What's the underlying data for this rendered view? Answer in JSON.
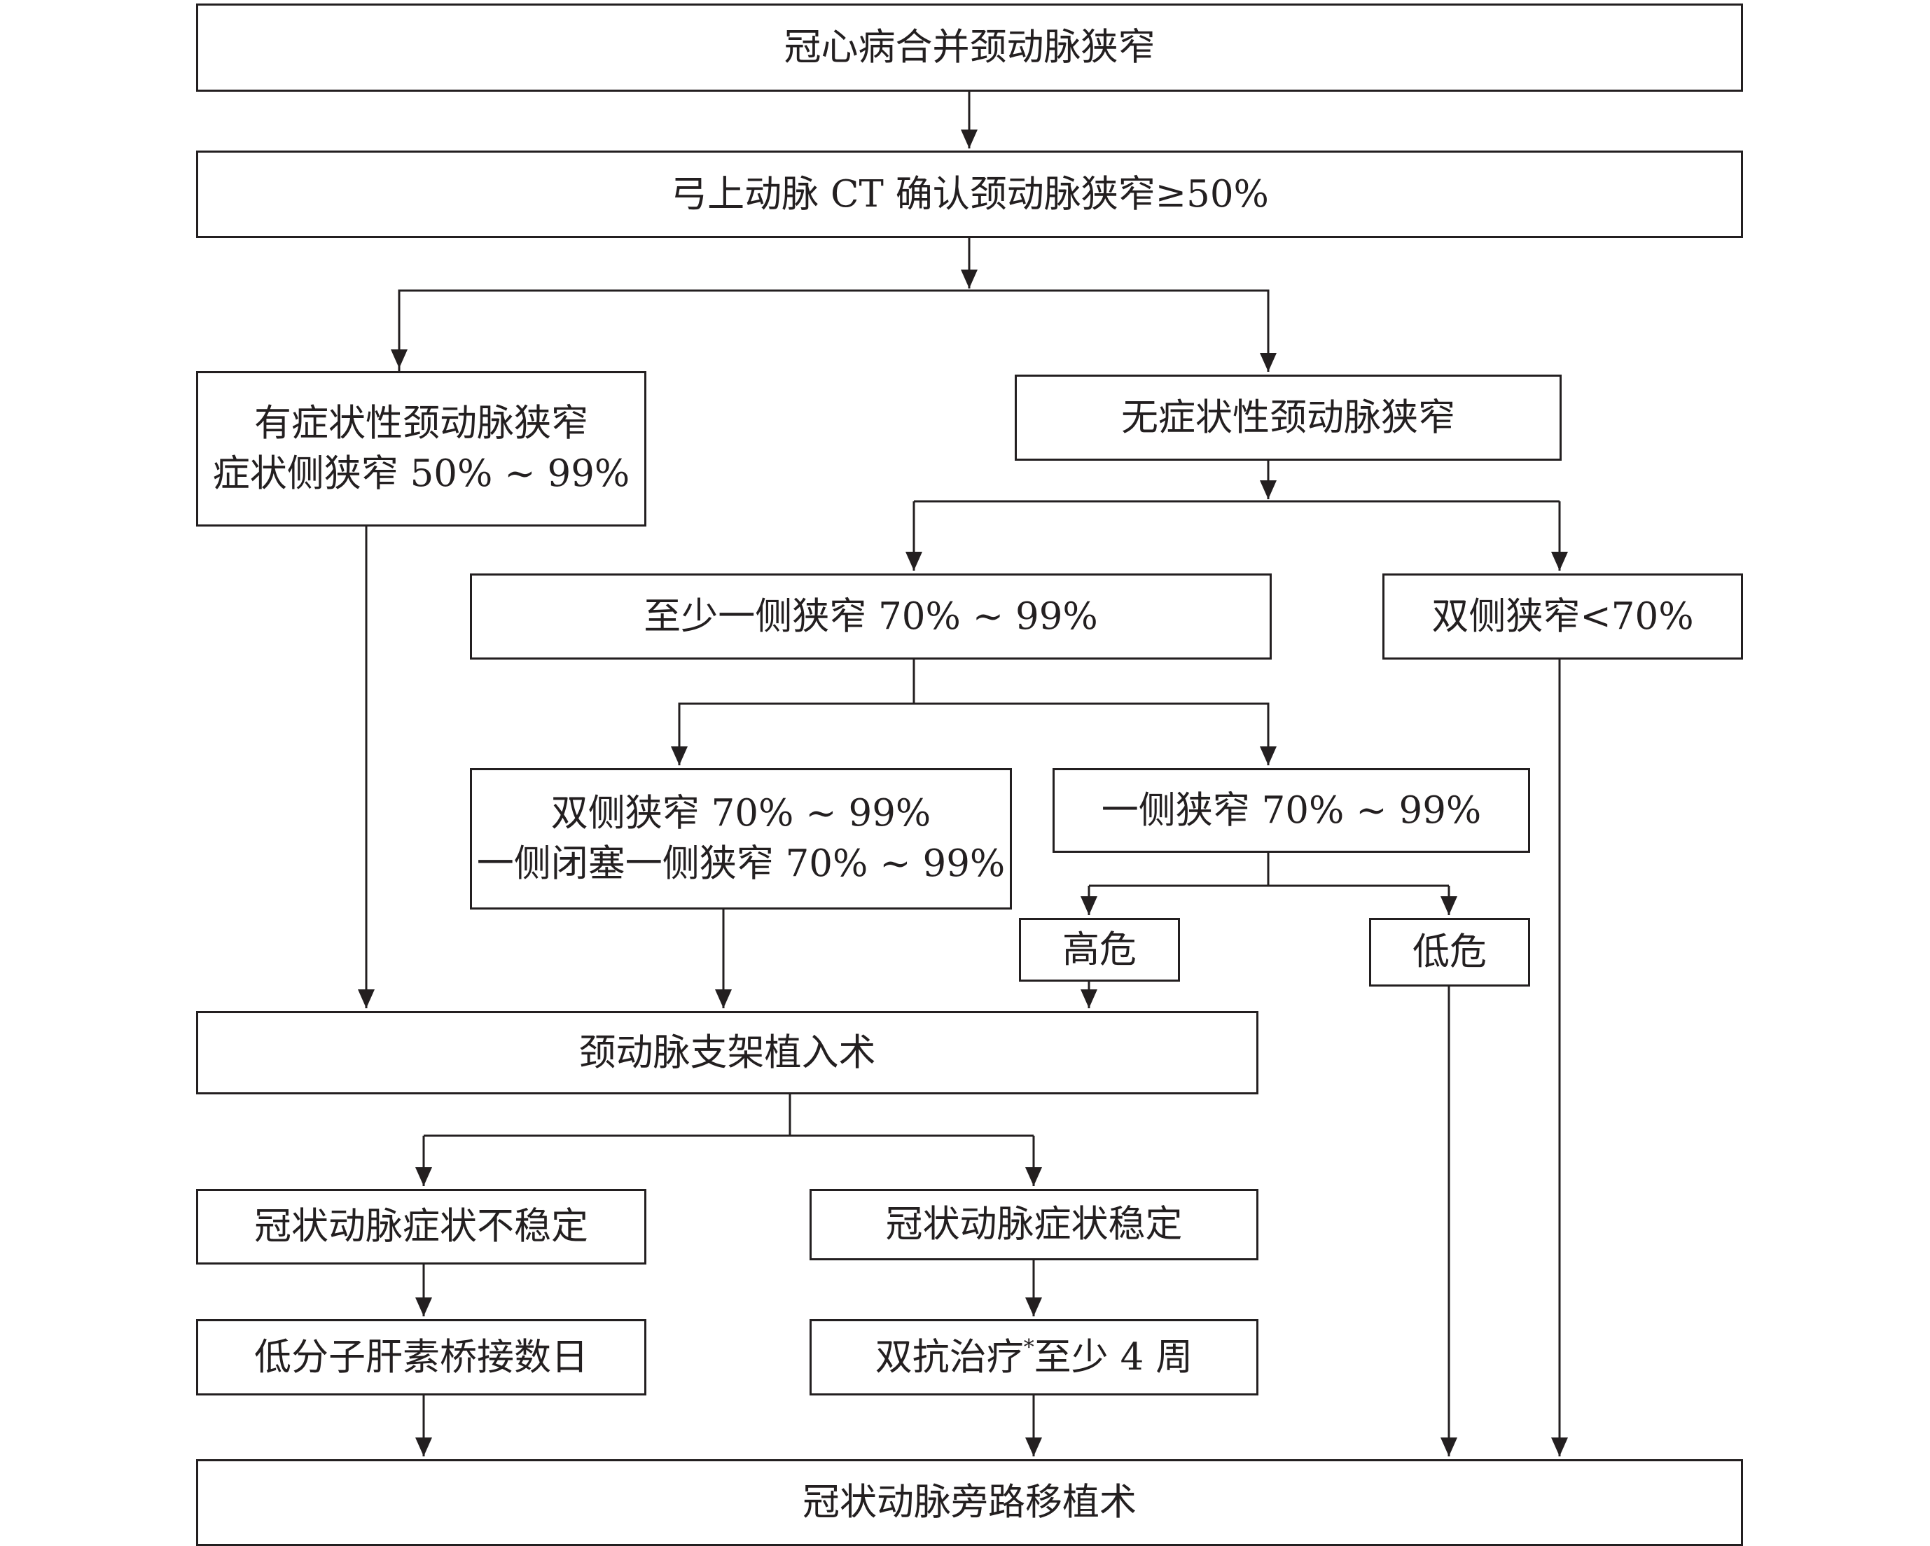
{
  "nodes": {
    "root": "冠心病合并颈动脉狭窄",
    "ct": "弓上动脉 CT 确认颈动脉狭窄≥50%",
    "sym_line1": "有症状性颈动脉狭窄",
    "sym_line2": "症状侧狭窄 50% ~ 99%",
    "asym": "无症状性颈动脉狭窄",
    "atleast": "至少一侧狭窄 70% ~ 99%",
    "bilat_lt70": "双侧狭窄<70%",
    "bilat_line1": "双侧狭窄 70% ~ 99%",
    "bilat_line2": "一侧闭塞一侧狭窄 70% ~ 99%",
    "unilat": "一侧狭窄 70% ~ 99%",
    "high": "高危",
    "low": "低危",
    "cas": "颈动脉支架植入术",
    "unstable": "冠状动脉症状不稳定",
    "stable": "冠状动脉症状稳定",
    "lmwh": "低分子肝素桥接数日",
    "dapt_pre": "双抗治疗",
    "dapt_mark": "*",
    "dapt_post": "至少 4 周",
    "cabg": "冠状动脉旁路移植术"
  },
  "colors": {
    "line": "#231f20",
    "background": "#ffffff"
  }
}
